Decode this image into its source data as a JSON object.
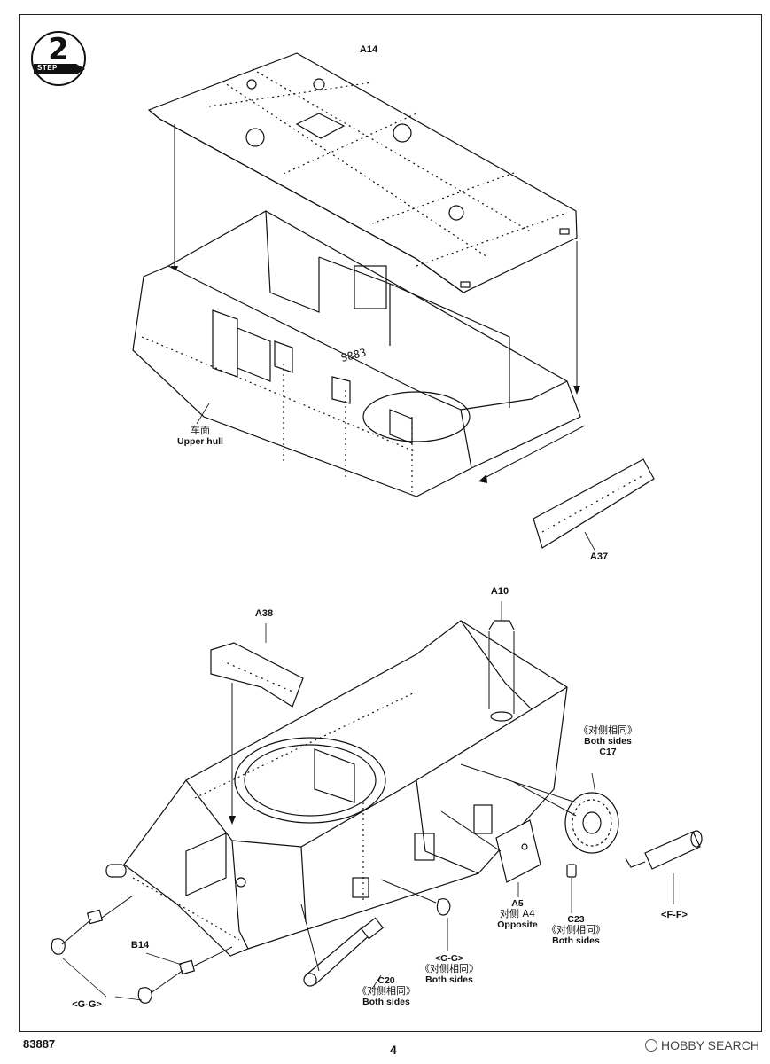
{
  "step": {
    "number": "2",
    "word": "STEP"
  },
  "labels": {
    "a14": "A14",
    "upper_hull_zh": "车面",
    "upper_hull_en": "Upper hull",
    "a37": "A37",
    "a38": "A38",
    "a10": "A10",
    "c17_zh": "《对侧相同》",
    "c17_en": "Both sides",
    "c17": "C17",
    "a5": "A5",
    "a5_zh": "对侧 A4",
    "a5_en": "Opposite",
    "c23": "C23",
    "c23_zh": "《对侧相同》",
    "c23_en": "Both sides",
    "ff": "<F-F>",
    "gg_mid": "<G-G>",
    "gg_mid_zh": "《对侧相同》",
    "gg_mid_en": "Both sides",
    "c20": "C20",
    "c20_zh": "《对侧相同》",
    "c20_en": "Both sides",
    "b14": "B14",
    "gg_left": "<G-G>"
  },
  "footer": {
    "kit_number": "83887",
    "page_number": "4",
    "watermark": "HOBBY SEARCH"
  }
}
